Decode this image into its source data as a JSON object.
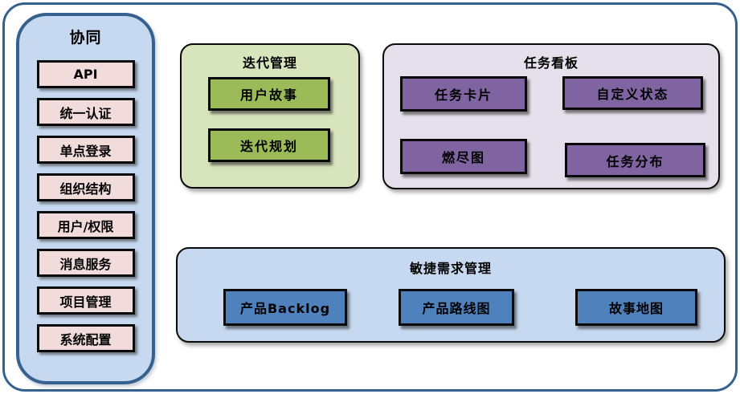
{
  "sidebar": {
    "title": "协同",
    "items": [
      "API",
      "统一认证",
      "单点登录",
      "组织结构",
      "用户/权限",
      "消息服务",
      "项目管理",
      "系统配置"
    ]
  },
  "iteration_panel": {
    "title": "迭代管理",
    "items": [
      "用户故事",
      "迭代规划"
    ]
  },
  "taskboard_panel": {
    "title": "任务看板",
    "items": [
      "任务卡片",
      "自定义状态",
      "燃尽图",
      "任务分布"
    ]
  },
  "agile_panel": {
    "title": "敏捷需求管理",
    "items": [
      "产品Backlog",
      "产品路线图",
      "故事地图"
    ]
  },
  "colors": {
    "frame_border": "#36618f",
    "sidebar_fill": "#c6d9f0",
    "sidebar_item_fill": "#f2dcdb",
    "iteration_panel_fill": "#d8e4bc",
    "iteration_node_fill": "#9bbb59",
    "taskboard_panel_fill": "#e5e0ec",
    "taskboard_node_fill": "#8064a2",
    "agile_panel_fill": "#c6d9f0",
    "agile_node_fill": "#4f81bd",
    "shape_border": "#0a0a0a"
  }
}
